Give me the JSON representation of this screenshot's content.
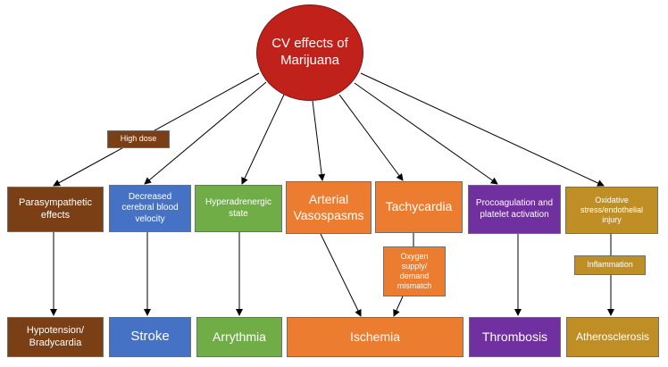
{
  "center": {
    "label": "CV effects of Marijuana"
  },
  "modifiers": {
    "high_dose": "High dose",
    "oxygen_mismatch": "Oxygen supply/ demand mismatch",
    "inflammation": "Inflammation"
  },
  "effects": {
    "parasympathetic": "Parasympathetic effects",
    "cerebral": "Decreased cerebral blood velocity",
    "hyperadrenergic": "Hyperadrenergic state",
    "vasospasms": "Arterial Vasospasms",
    "tachycardia": "Tachycardia",
    "procoagulation": "Procoagulation and platelet activation",
    "oxidative": "Oxidative stress/endothelial injury"
  },
  "outcomes": {
    "hypotension": "Hypotension/ Bradycardia",
    "stroke": "Stroke",
    "arrythmia": "Arrythmia",
    "ischemia": "Ischemia",
    "thrombosis": "Thrombosis",
    "atherosclerosis": "Atherosclerosis"
  },
  "colors": {
    "center": "#c0211b",
    "brown": "#7b3f15",
    "blue": "#4572c4",
    "green": "#70ad47",
    "orange": "#ec7c30",
    "purple": "#7030a0",
    "gold": "#bf8f26"
  }
}
